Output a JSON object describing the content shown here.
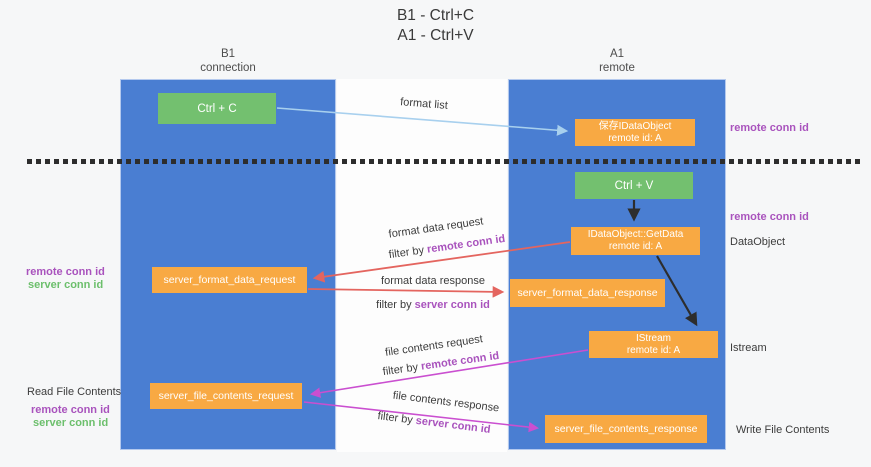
{
  "title": {
    "line1": "B1 - Ctrl+C",
    "line2": "A1 - Ctrl+V"
  },
  "lanes": {
    "left": {
      "title": "B1",
      "subtitle": "connection"
    },
    "right": {
      "title": "A1",
      "subtitle": "remote"
    }
  },
  "nodes": {
    "ctrl_c": {
      "label": "Ctrl + C"
    },
    "ctrl_v": {
      "label": "Ctrl + V"
    },
    "save_dataobject": {
      "line1": "保存IDataObject",
      "line2": "remote id: A"
    },
    "getdata": {
      "line1": "IDataObject::GetData",
      "line2": "remote id: A"
    },
    "istream": {
      "line1": "IStream",
      "line2": "remote id: A"
    },
    "server_format_data_request": {
      "label": "server_format_data_request"
    },
    "server_format_data_response": {
      "label": "server_format_data_response"
    },
    "server_file_contents_request": {
      "label": "server_file_contents_request"
    },
    "server_file_contents_response": {
      "label": "server_file_contents_response"
    }
  },
  "annotations": {
    "remote_conn_id": "remote conn id",
    "server_conn_id": "server conn id",
    "dataobject": "DataObject",
    "istream": "Istream",
    "read_file_contents": "Read File Contents",
    "write_file_contents": "Write File Contents"
  },
  "arrows": {
    "format_list": "format list",
    "format_data_request": "format data request",
    "format_data_response": "format data response",
    "file_contents_request": "file contents request",
    "file_contents_response": "file contents response",
    "filter_by": "filter by"
  },
  "colors": {
    "column_blue": "#4a7ed2",
    "box_green": "#73c06f",
    "box_orange": "#f8a943",
    "arrow_lightblue": "#a8d0ee",
    "arrow_black": "#2d2d2d",
    "arrow_red": "#e4655f",
    "arrow_magenta": "#ca4fd0",
    "text_purple": "#a953bd",
    "text_green": "#6cbf6c"
  }
}
